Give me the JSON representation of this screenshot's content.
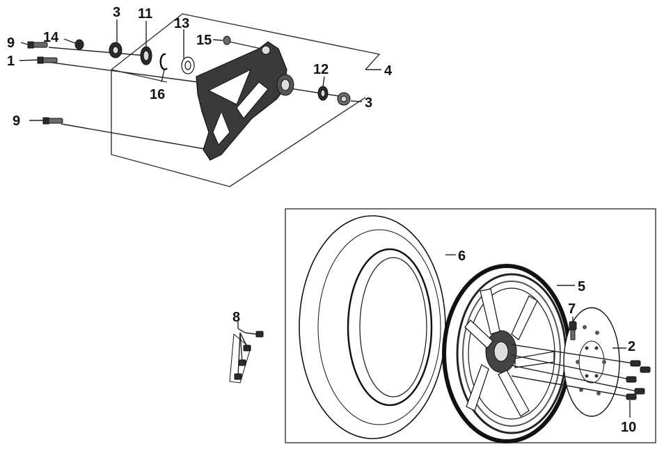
{
  "callouts": {
    "c3_top": "3",
    "c11": "11",
    "c13": "13",
    "c9_top": "9",
    "c14": "14",
    "c15": "15",
    "c1": "1",
    "c16": "16",
    "c12": "12",
    "c4": "4",
    "c3_right": "3",
    "c9_bottom": "9",
    "c6": "6",
    "c5": "5",
    "c7": "7",
    "c8": "8",
    "c2": "2",
    "c10": "10"
  },
  "colors": {
    "line": "#222222",
    "part_dark": "#2a2a2a",
    "background": "#ffffff"
  }
}
